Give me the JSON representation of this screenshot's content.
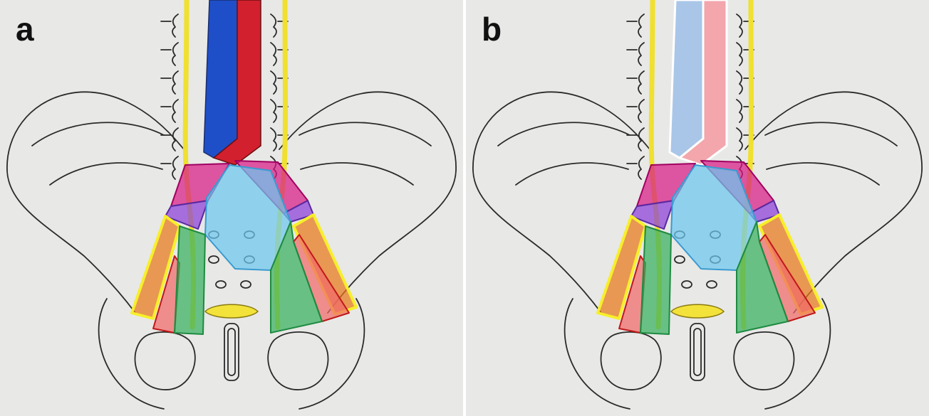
{
  "figure": {
    "panels": [
      {
        "label": "a",
        "great_vessels": "colored"
      },
      {
        "label": "b",
        "great_vessels": "pale"
      }
    ],
    "colors": {
      "background": "#e8e8e6",
      "vein": "#1f4fc8",
      "artery": "#d3202e",
      "vein_pale": "#a9c6e8",
      "artery_pale": "#f3a6ac",
      "ureter": "#f0e030",
      "magenta_region": "#d81b86",
      "purple_region": "#8a3fd8",
      "presacral_region": "#6cc8ee",
      "orange_region": "#e8791a",
      "green_region": "#36b060",
      "red_region": "#f06a6a",
      "yellow_border": "#f7ef2a"
    }
  }
}
